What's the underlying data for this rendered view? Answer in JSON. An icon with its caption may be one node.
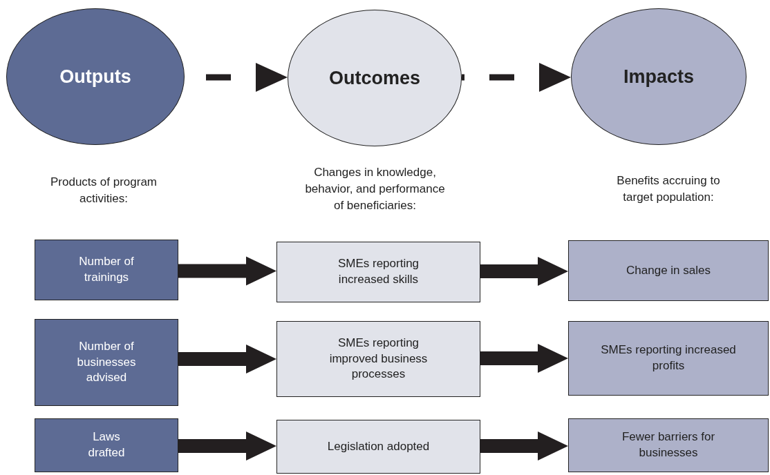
{
  "diagram": {
    "nodes": [
      {
        "text": [
          "Outputs"
        ],
        "beside": [
          "Products of program activities:"
        ]
      },
      {
        "text": [
          "Outcomes"
        ],
        "beside": [
          "Changes in knowledge, behavior, and performance of beneficiaries:"
        ]
      },
      {
        "text": [
          "Impacts"
        ],
        "beside": [
          "Benefits accruing to target population:"
        ]
      },
      {
        "text": [
          "Number of trainings"
        ]
      },
      {
        "text": [
          "SMEs reporting increased skills"
        ]
      },
      {
        "text": [
          "Change in sales"
        ]
      },
      {
        "text": [
          "Number of businesses advised"
        ]
      },
      {
        "text": [
          "SMEs reporting improved business processes"
        ]
      },
      {
        "text": [
          "SMEs reporting increased profits"
        ]
      },
      {
        "text": [
          "Laws drafted"
        ]
      },
      {
        "text": [
          "Legislation adopted"
        ]
      },
      {
        "text": [
          "Fewer barriers for businesses"
        ]
      }
    ],
    "edges": [
      {
        "from": 0,
        "to": 1,
        "arrow": "to",
        "style": "dashed"
      },
      {
        "from": 1,
        "to": 2,
        "arrow": "to",
        "style": "dashed"
      },
      {
        "from": 3,
        "to": 4,
        "arrow": "to"
      },
      {
        "from": 4,
        "to": 5,
        "arrow": "to"
      },
      {
        "from": 6,
        "to": 7,
        "arrow": "to"
      },
      {
        "from": 7,
        "to": 8,
        "arrow": "to"
      },
      {
        "from": 9,
        "to": 10,
        "arrow": "to"
      },
      {
        "from": 10,
        "to": 11,
        "arrow": "to"
      }
    ]
  }
}
